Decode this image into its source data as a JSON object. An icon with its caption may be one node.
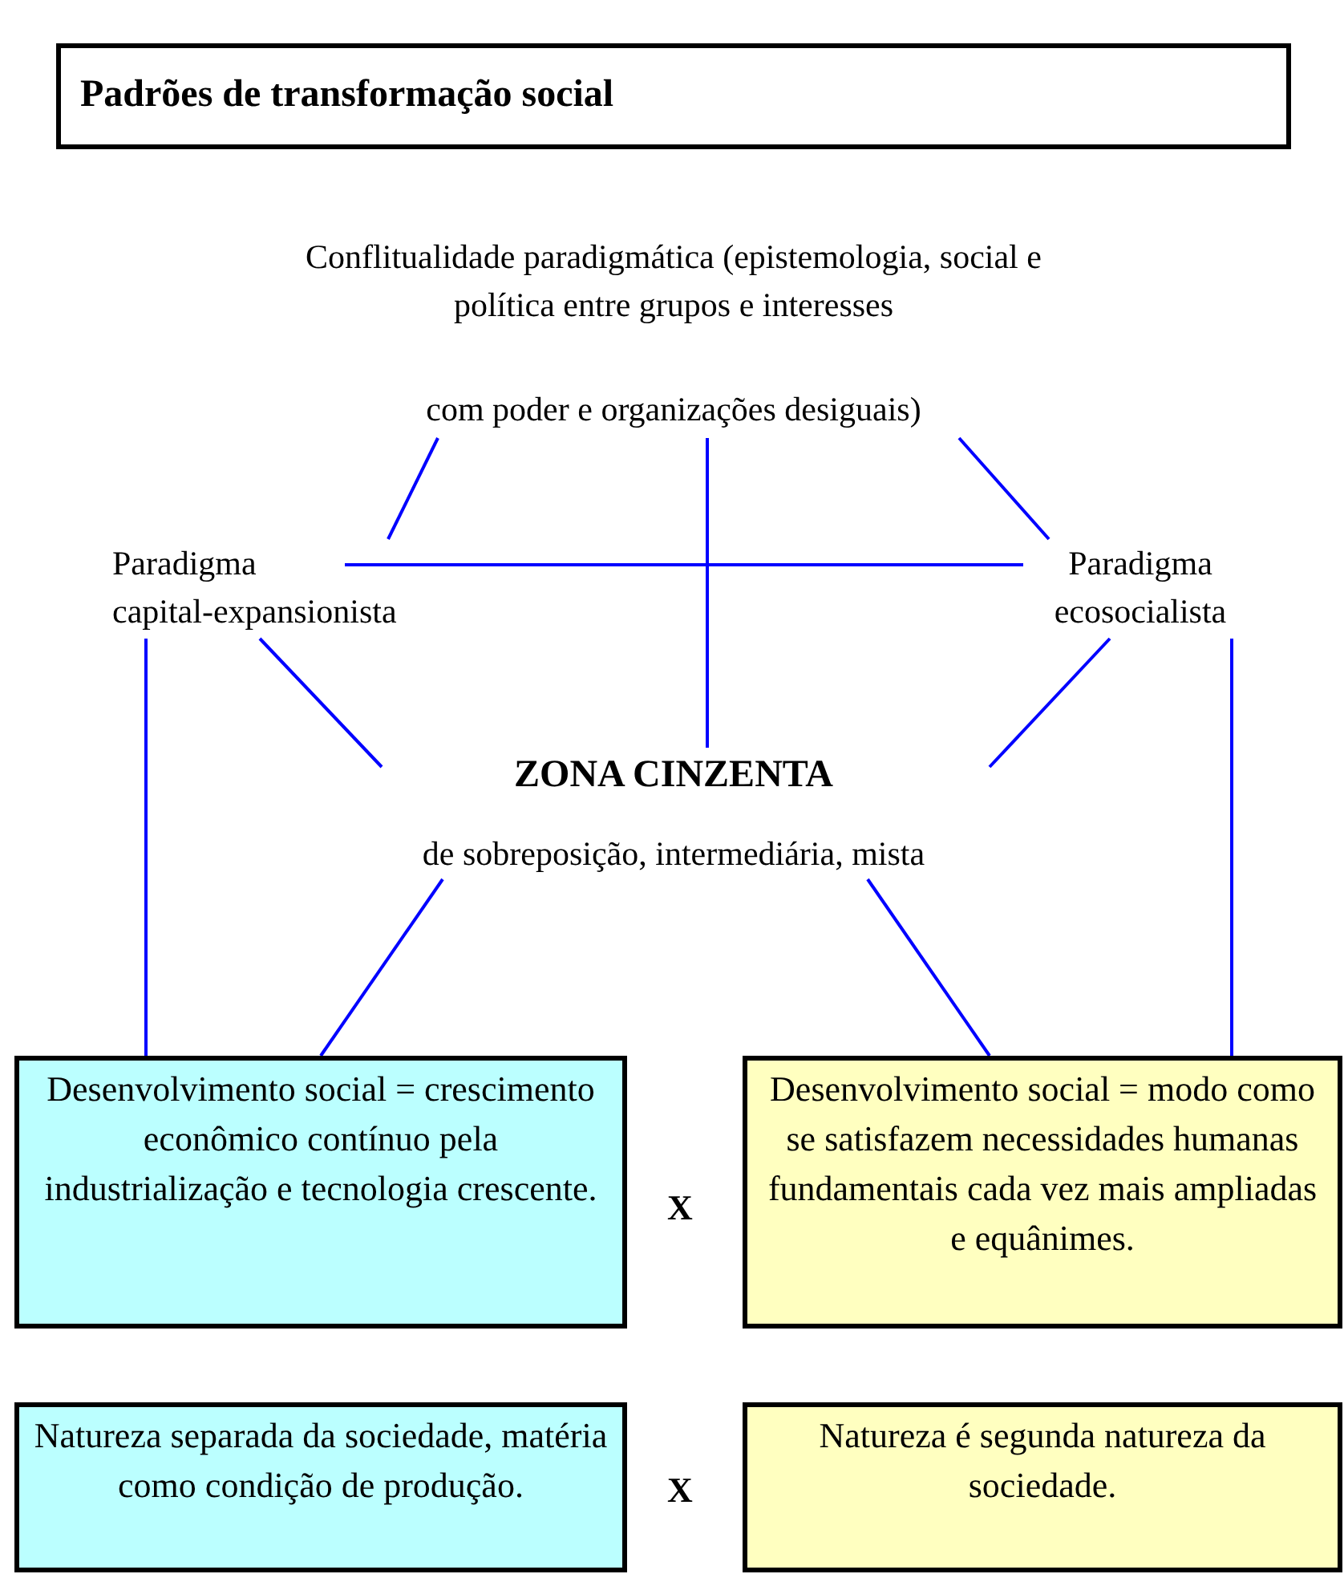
{
  "diagram": {
    "nodes": [
      {
        "text": [
          "Padrões de transformação social"
        ]
      },
      {
        "text": [
          "Conflitualidade paradigmática (epistemologia, social e política entre grupos e interesses",
          "com poder e organizações desiguais)"
        ]
      },
      {
        "text": [
          "Paradigma capital-expansionista"
        ]
      },
      {
        "text": [
          "Paradigma ecosocialista"
        ]
      },
      {
        "text": [
          "ZONA CINZENTA",
          "de sobreposição, intermediária, mista"
        ]
      },
      {
        "text": [
          "Desenvolvimento social = crescimento econômico contínuo pela industrialização e tecnologia crescente."
        ]
      },
      {
        "text": [
          "Desenvolvimento social = modo como se satisfazem necessidades humanas fundamentais cada vez mais ampliadas e equânimes."
        ]
      },
      {
        "text": [
          "Natureza separada da sociedade, matéria como condição de produção."
        ]
      },
      {
        "text": [
          "Natureza é segunda natureza da sociedade."
        ]
      }
    ],
    "edges": [
      {
        "from": 1,
        "to": 2,
        "arrow": "none",
        "color": "#0000ff"
      },
      {
        "from": 1,
        "to": 3,
        "arrow": "none",
        "color": "#0000ff"
      },
      {
        "from": 2,
        "to": 3,
        "arrow": "none",
        "color": "#0000ff"
      },
      {
        "from": 1,
        "to": 4,
        "arrow": "none",
        "color": "#0000ff"
      },
      {
        "from": 2,
        "to": 4,
        "arrow": "none",
        "color": "#0000ff"
      },
      {
        "from": 3,
        "to": 4,
        "arrow": "none",
        "color": "#0000ff"
      },
      {
        "from": 2,
        "to": 5,
        "arrow": "none",
        "color": "#0000ff"
      },
      {
        "from": 3,
        "to": 6,
        "arrow": "none",
        "color": "#0000ff"
      },
      {
        "from": 4,
        "to": 5,
        "arrow": "none",
        "color": "#0000ff"
      },
      {
        "from": 4,
        "to": 6,
        "arrow": "none",
        "color": "#0000ff"
      }
    ],
    "labels": [
      "X",
      "X"
    ]
  }
}
